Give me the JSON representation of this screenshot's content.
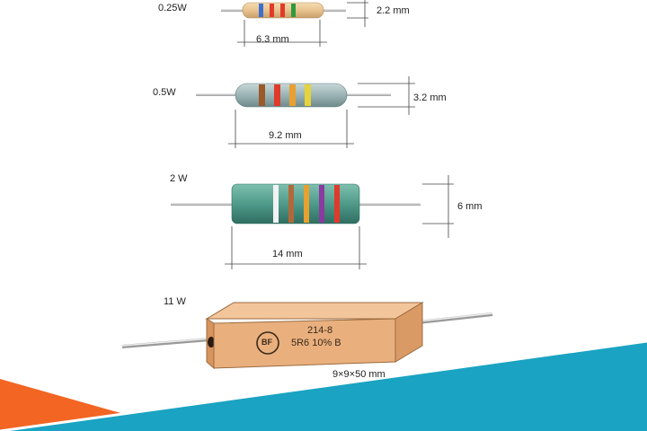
{
  "resistors": [
    {
      "power": "0.25W",
      "diameter": "2.2 mm",
      "length": "6.3 mm",
      "bands": [
        "#3b6fd0",
        "#e03a2a",
        "#e03a2a",
        "#2e9a3e"
      ]
    },
    {
      "power": "0.5W",
      "diameter": "3.2 mm",
      "length": "9.2 mm",
      "bands": [
        "#9a5a2a",
        "#e03a2a",
        "#e8a030",
        "#e6d23a"
      ]
    },
    {
      "power": "2 W",
      "diameter": "6 mm",
      "length": "14 mm",
      "bands": [
        "#f2f2f2",
        "#b06a3a",
        "#e8a030",
        "#8a3aa0",
        "#e03a2a"
      ]
    },
    {
      "power": "11 W",
      "size": "9×9×50 mm",
      "stamp_logo": "BF",
      "stamp_code": "214-8",
      "stamp_value": "5R6 10% B"
    }
  ],
  "colors": {
    "body_tan": "#e8c38e",
    "body_grey": "#9bb3b5",
    "body_green": "#4f9a8a",
    "ceramic": "#e9b07e",
    "accent_orange": "#f26522",
    "accent_teal": "#1aa3c2"
  }
}
